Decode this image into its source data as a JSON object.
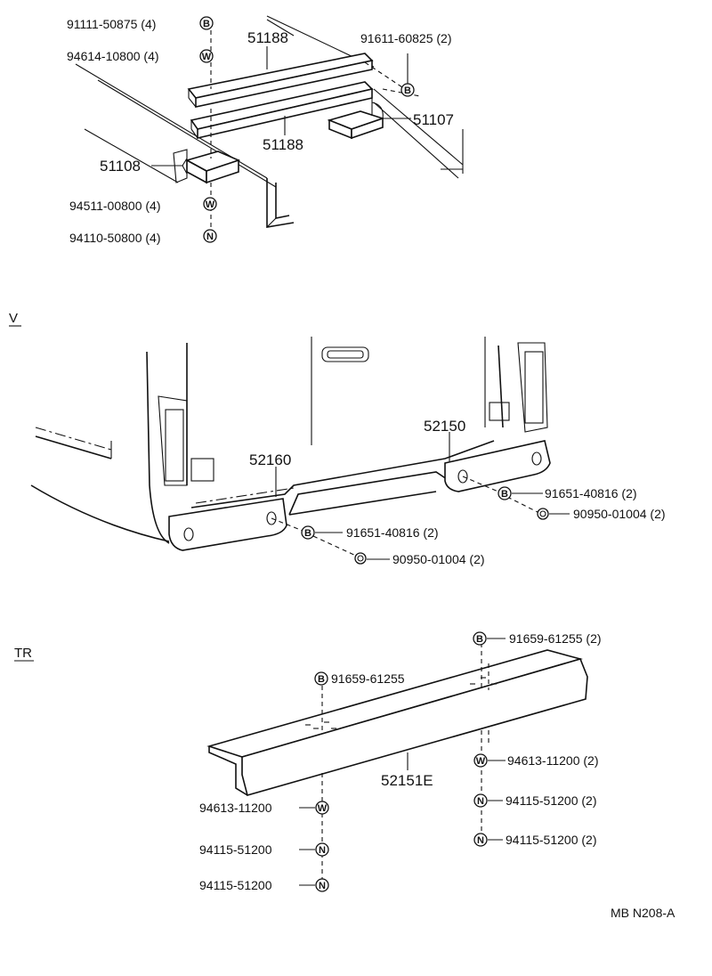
{
  "sections": {
    "v": "V",
    "tr": "TR"
  },
  "symbols": {
    "b": "B",
    "w": "W",
    "n": "N"
  },
  "top": {
    "p1": "91111-50875 (4)",
    "p2": "94614-10800 (4)",
    "p3": "51188",
    "p4": "91611-60825 (2)",
    "p5": "51107",
    "p6": "51188",
    "p7": "51108",
    "p8": "94511-00800 (4)",
    "p9": "94110-50800 (4)"
  },
  "middle": {
    "p1": "52150",
    "p2": "52160",
    "p3": "91651-40816 (2)",
    "p4": "90950-01004 (2)",
    "p5": "91651-40816 (2)",
    "p6": "90950-01004 (2)"
  },
  "bottom": {
    "p1": "91659-61255 (2)",
    "p2": "91659-61255",
    "p3": "52151E",
    "p4": "94613-11200 (2)",
    "p5": "94115-51200 (2)",
    "p6": "94115-51200 (2)",
    "p7": "94613-11200",
    "p8": "94115-51200",
    "p9": "94115-51200"
  },
  "footer": {
    "code": "MB N208-A"
  }
}
